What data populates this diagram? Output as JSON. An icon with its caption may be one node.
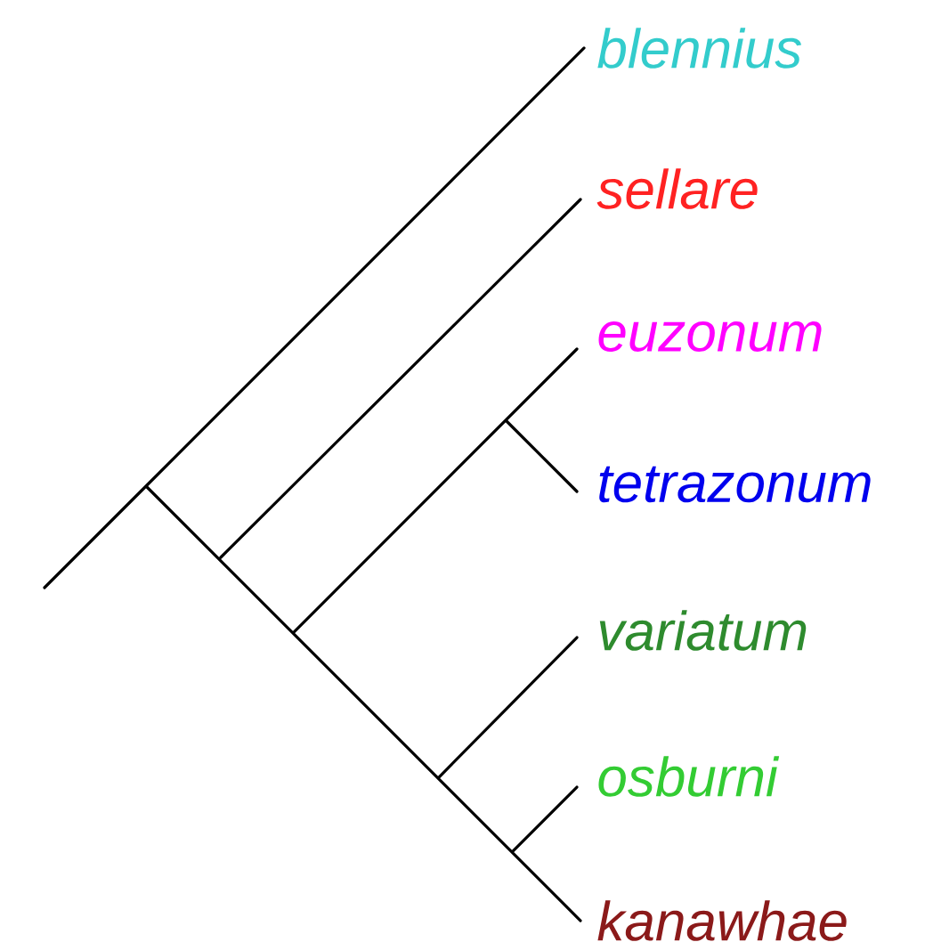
{
  "diagram": {
    "nodes": [
      {
        "text": [
          "blennius"
        ]
      },
      {
        "text": [
          "sellare"
        ]
      },
      {
        "text": [
          "euzonum"
        ]
      },
      {
        "text": [
          "tetrazonum"
        ]
      },
      {
        "text": [
          "variatum"
        ]
      },
      {
        "text": [
          "osburni"
        ]
      },
      {
        "text": [
          "kanawhae"
        ]
      }
    ]
  }
}
